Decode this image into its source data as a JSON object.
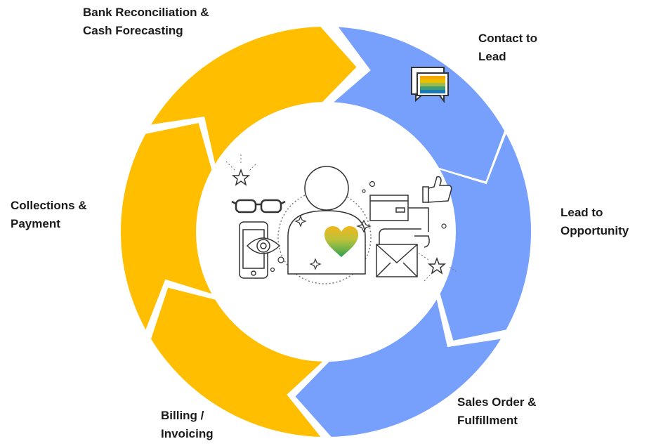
{
  "cycle": {
    "colors": {
      "blue": "#76A0FC",
      "yellow": "#FFBE00",
      "ink": "#333333",
      "heart": "#F2B61C"
    },
    "segments": [
      {
        "group": "blue",
        "lines": [
          "Contact to",
          "Lead"
        ],
        "icon": "chat-bubbles-icon"
      },
      {
        "group": "blue",
        "lines": [
          "Lead to",
          "Opportunity"
        ]
      },
      {
        "group": "blue",
        "lines": [
          "Sales Order &",
          "Fulfillment"
        ]
      },
      {
        "group": "yellow",
        "lines": [
          "Billing /",
          "Invoicing"
        ]
      },
      {
        "group": "yellow",
        "lines": [
          "Collections &",
          "Payment"
        ]
      },
      {
        "group": "yellow",
        "lines": [
          "Bank Reconciliation &",
          "Cash Forecasting"
        ]
      }
    ]
  },
  "center_icons": [
    "person-icon",
    "heart-icon",
    "glasses-icon",
    "smartphone-icon",
    "eye-icon",
    "star-icon",
    "credit-card-icon",
    "thumbs-up-icon",
    "envelope-icon",
    "sparkle-icon"
  ]
}
